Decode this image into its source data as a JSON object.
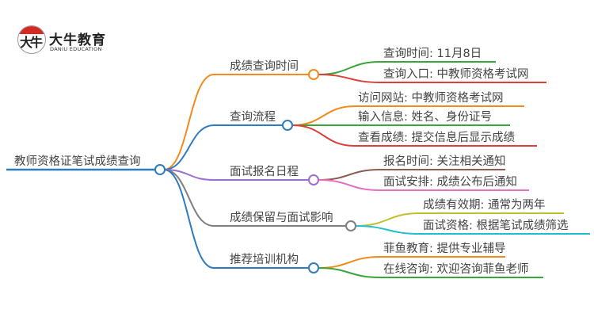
{
  "logo": {
    "badge_text": "大牛",
    "name": "大牛教育",
    "subtitle": "DANIU EDUCATION"
  },
  "mindmap": {
    "root": {
      "label": "教师资格证笔试成绩查询",
      "color": "#2e7bbf"
    },
    "branches": [
      {
        "label": "成绩查询时间",
        "color": "#f28a1c",
        "children": [
          {
            "label": "查询时间: 11月8日",
            "color": "#3aa53a"
          },
          {
            "label": "查询入口: 中教师资格考试网",
            "color": "#d9413f"
          }
        ]
      },
      {
        "label": "查询流程",
        "color": "#2e7bbf",
        "children": [
          {
            "label": "访问网站: 中教师资格考试网",
            "color": "#f28a1c"
          },
          {
            "label": "输入信息: 姓名、身份证号",
            "color": "#3aa53a"
          },
          {
            "label": "查看成绩: 提交信息后显示成绩",
            "color": "#d9413f"
          }
        ]
      },
      {
        "label": "面试报名日程",
        "color": "#9b6fcf",
        "children": [
          {
            "label": "报名时间: 关注相关通知",
            "color": "#8d5c52"
          },
          {
            "label": "面试安排: 成绩公布后通知",
            "color": "#e46fc3"
          }
        ]
      },
      {
        "label": "成绩保留与面试影响",
        "color": "#7f7f7f",
        "children": [
          {
            "label": "成绩有效期: 通常为两年",
            "color": "#c2bf2c"
          },
          {
            "label": "面试资格: 根据笔试成绩筛选",
            "color": "#1fbfd0"
          }
        ]
      },
      {
        "label": "推荐培训机构",
        "color": "#2e7bbf",
        "children": [
          {
            "label": "菲鱼教育: 提供专业辅导",
            "color": "#f28a1c"
          },
          {
            "label": "在线咨询: 欢迎咨询菲鱼老师",
            "color": "#3aa53a"
          }
        ]
      }
    ]
  }
}
